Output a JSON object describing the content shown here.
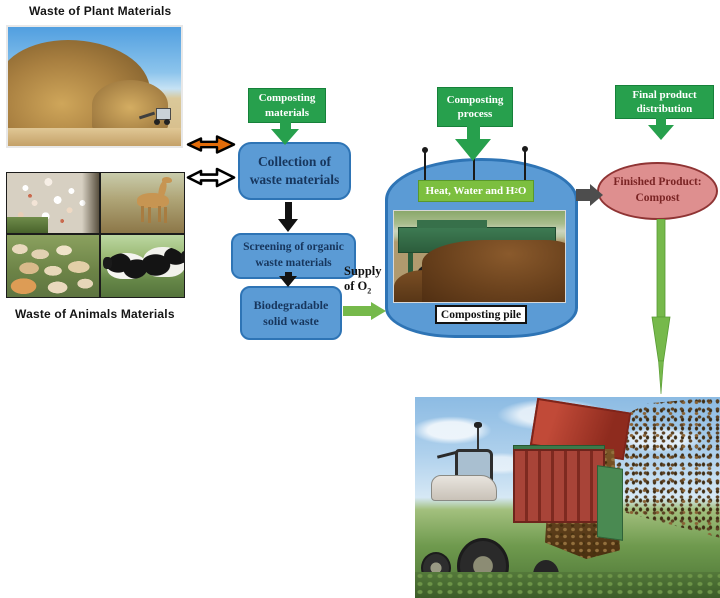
{
  "titles": {
    "plant_waste": "Waste of Plant Materials",
    "animal_waste": "Waste of Animals Materials"
  },
  "flow": {
    "composting_materials": "Composting materials",
    "collection": "Collection of waste materials",
    "screening": "Screening of organic waste materials",
    "biodegradable": "Biodegradable solid waste",
    "supply": {
      "line1": "Supply",
      "line2_pre": "of O",
      "sub": "2"
    },
    "composting_process": "Composting process",
    "heat": {
      "pre": "Heat, Water and H",
      "sub": "2",
      "post": "O"
    },
    "composting_pile": "Composting pile",
    "final_distribution": "Final product distribution",
    "finished": {
      "line1": "Finished Product:",
      "line2": "Compost"
    }
  },
  "icons": {
    "plant_to_collection": "orange-right-arrow-icon",
    "animals_to_collection": "white-right-arrow-icon",
    "down_flow": "black-down-arrow-icon",
    "green_flow": "green-down-arrow-icon",
    "oxygen_supply": "green-right-arrow-icon",
    "pile_to_product": "gray-right-arrow-icon",
    "distribution": "green-long-down-arrow-icon",
    "vents": "vent-pin-icon"
  },
  "colors": {
    "flow_box_green": "#27A04D",
    "light_green_arrow": "#76B94B",
    "process_blue": "#5B9BD5",
    "blue_border": "#2E74B5",
    "navy_text": "#17365D",
    "heat_bar_green": "#7CBF3F",
    "ellipse_fill": "#DE8F8F",
    "ellipse_border": "#8F3434",
    "gray_arrow": "#4D4D4D",
    "orange_arrow": "#E36C09"
  }
}
